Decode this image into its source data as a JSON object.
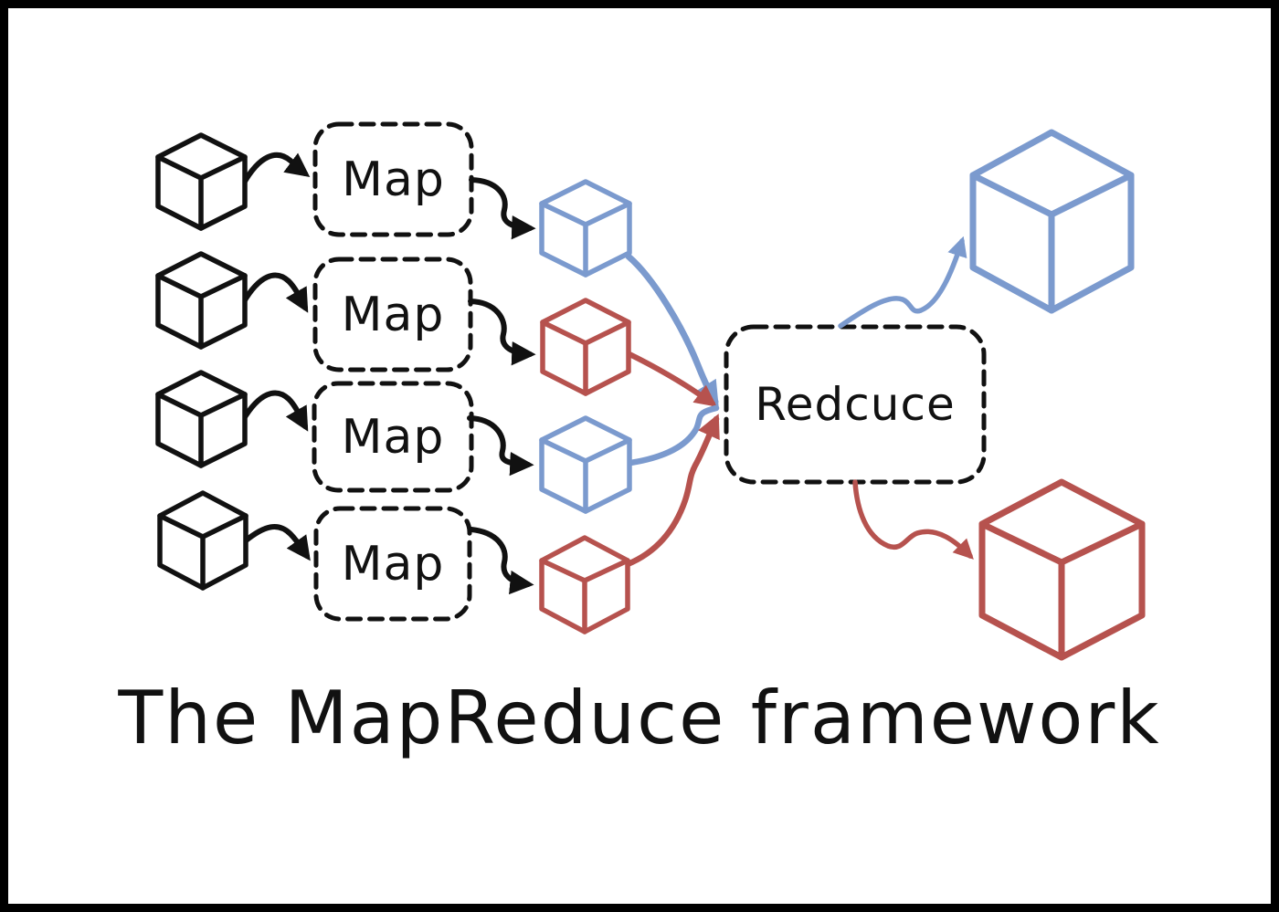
{
  "title": "The MapReduce framework",
  "map_boxes": [
    {
      "label": "Map"
    },
    {
      "label": "Map"
    },
    {
      "label": "Map"
    },
    {
      "label": "Map"
    }
  ],
  "reduce_box": {
    "label": "Redcuce"
  },
  "cubes": {
    "inputs": [
      "input-cube-1",
      "input-cube-2",
      "input-cube-3",
      "input-cube-4"
    ],
    "intermediates": [
      {
        "color": "blue"
      },
      {
        "color": "red"
      },
      {
        "color": "blue"
      },
      {
        "color": "red"
      }
    ],
    "outputs": [
      {
        "color": "blue"
      },
      {
        "color": "red"
      }
    ]
  },
  "colors": {
    "ink": "#111111",
    "blue": "#7b9ace",
    "red": "#b6524e",
    "blue_hatch": "#bdd2ee",
    "blue_bg": "#eef3fb",
    "red_hatch": "#f0bcba",
    "red_bg": "#fcf0ef"
  }
}
